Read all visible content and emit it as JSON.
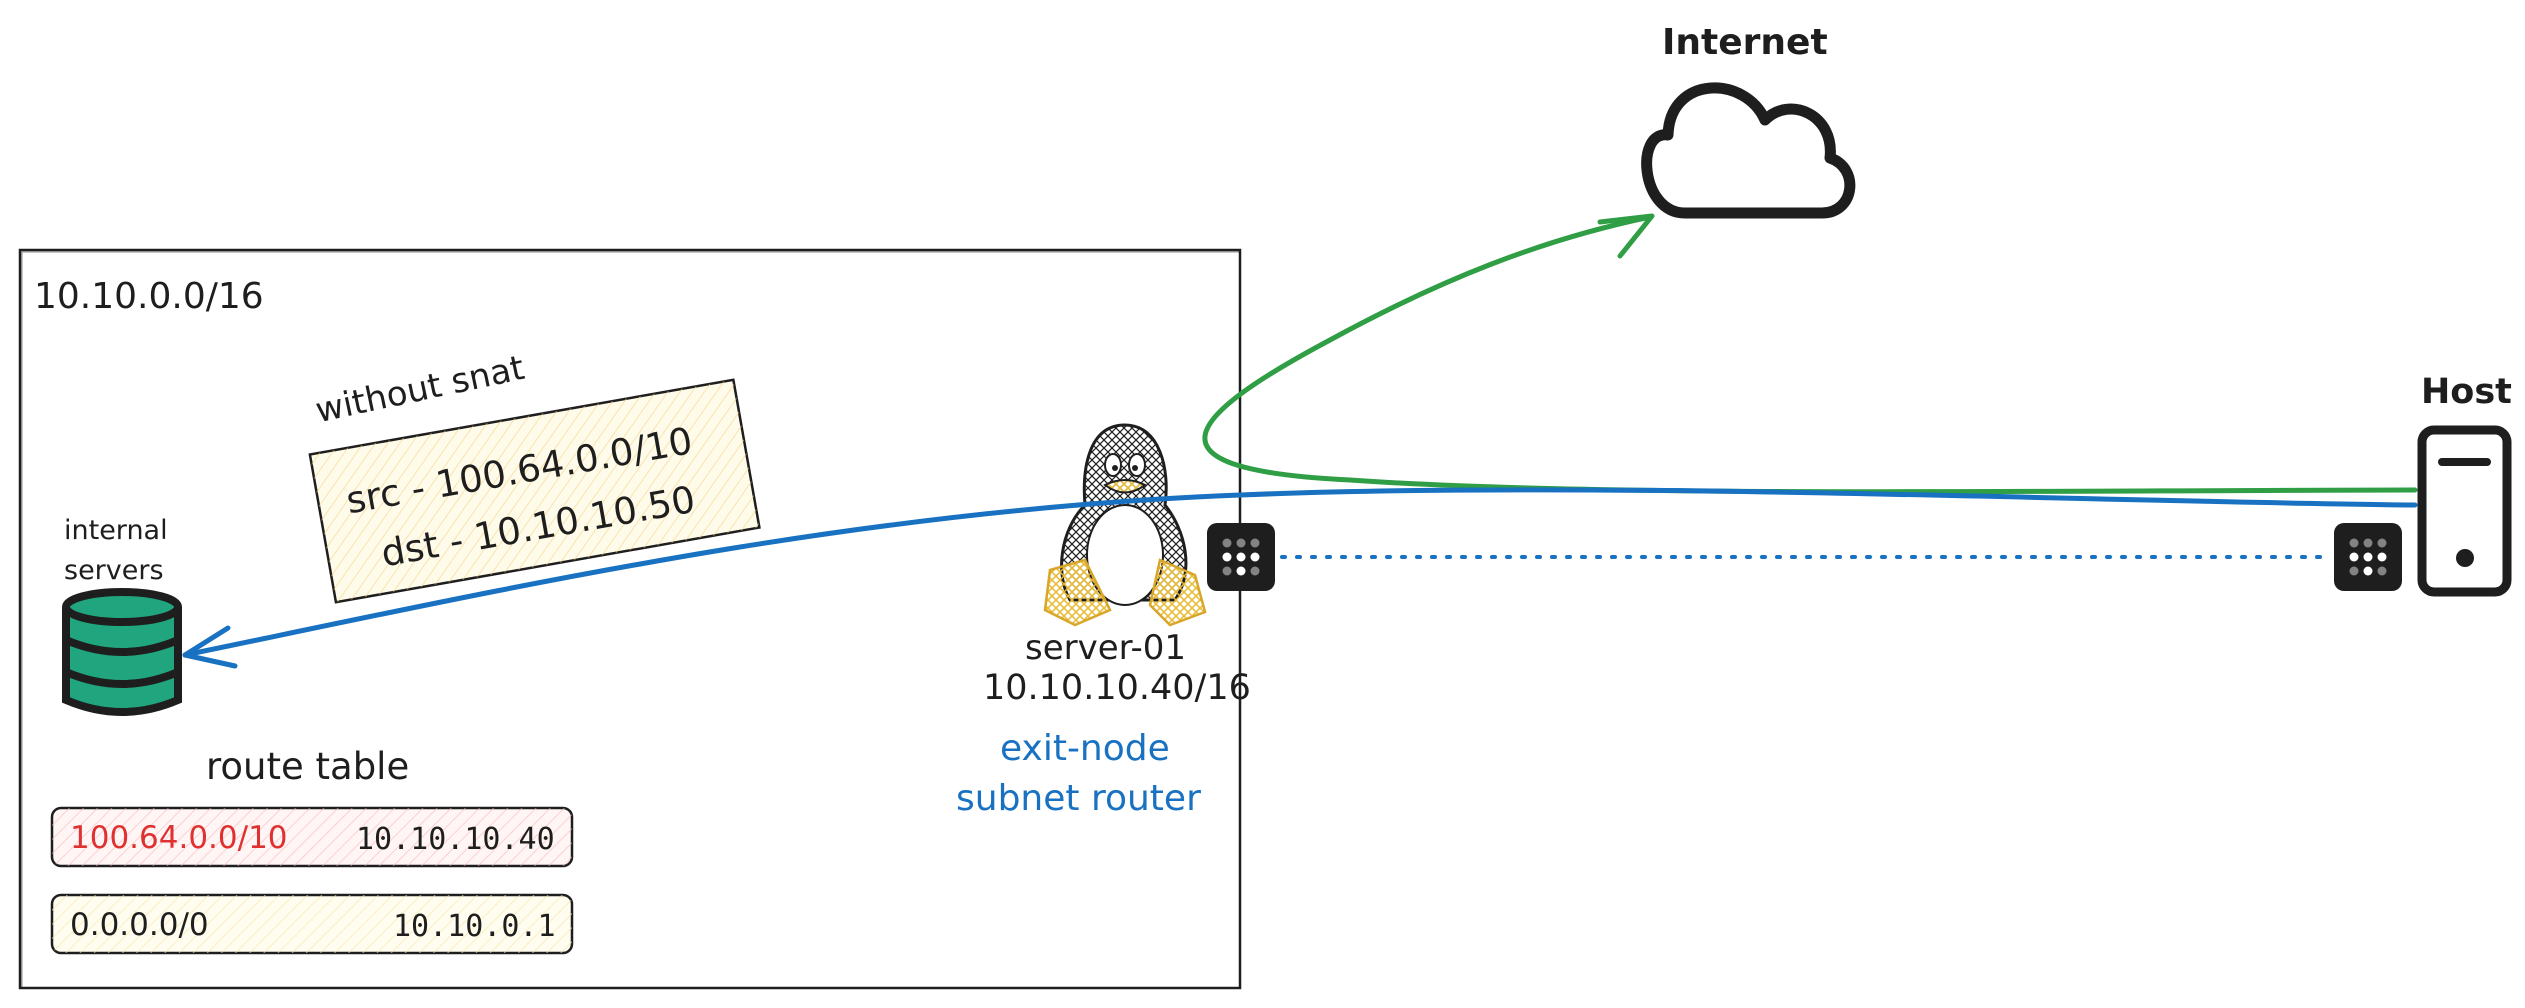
{
  "diagram": {
    "network_label": "10.10.0.0/16",
    "note": {
      "title": "without snat",
      "src_line": "src - 100.64.0.0/10",
      "dst_line": "dst - 10.10.10.50"
    },
    "servers_label_line1": "internal",
    "servers_label_line2": "servers",
    "route_table": {
      "title": "route table",
      "rows": [
        {
          "destination": "100.64.0.0/10",
          "gateway": "10.10.10.40"
        },
        {
          "destination": "0.0.0.0/0",
          "gateway": "10.10.0.1"
        }
      ]
    },
    "router": {
      "name": "server-01",
      "ip": "10.10.10.40/16",
      "role_line1": "exit-node",
      "role_line2": "subnet router"
    },
    "internet_label": "Internet",
    "host_label": "Host"
  },
  "colors": {
    "blue": "#1971c2",
    "green": "#2f9e44",
    "red": "#e03131",
    "teal": "#20a57e",
    "yellow": "#f2c64b",
    "ink": "#1e1e1e"
  },
  "icons": [
    "database-icon",
    "penguin-icon",
    "tailscale-icon",
    "cloud-icon",
    "server-tower-icon"
  ]
}
